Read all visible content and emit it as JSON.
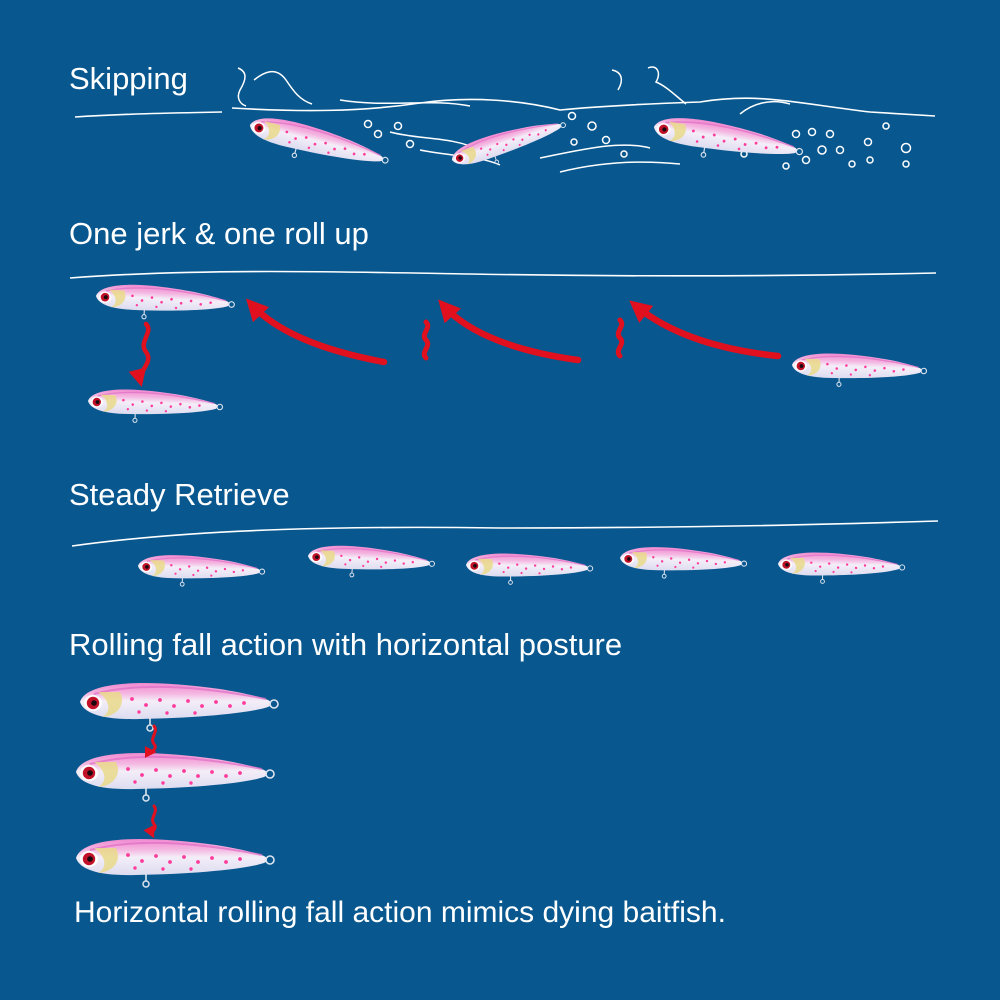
{
  "sections": [
    {
      "title": "Skipping"
    },
    {
      "title": "One jerk & one roll up"
    },
    {
      "title": "Steady Retrieve"
    },
    {
      "title": "Rolling fall action with horizontal posture"
    }
  ],
  "caption": "Horizontal rolling fall action mimics dying baitfish.",
  "colors": {
    "background": "#08578f",
    "text": "#ffffff",
    "water_line": "#ffffff",
    "arrow": "#e0101e",
    "lure_pink": "#f08ad0",
    "lure_body": "#eae6f6",
    "lure_spots": "#ff3c9c",
    "lure_eye": "#c2122a",
    "lure_gill": "#e9d98a"
  },
  "icons": {
    "lure": "fishing-lure-icon",
    "jerk_arrow": "curved-arrow-icon",
    "fall_arrow": "wavy-down-arrow-icon",
    "splash": "splash-bubbles-icon"
  }
}
